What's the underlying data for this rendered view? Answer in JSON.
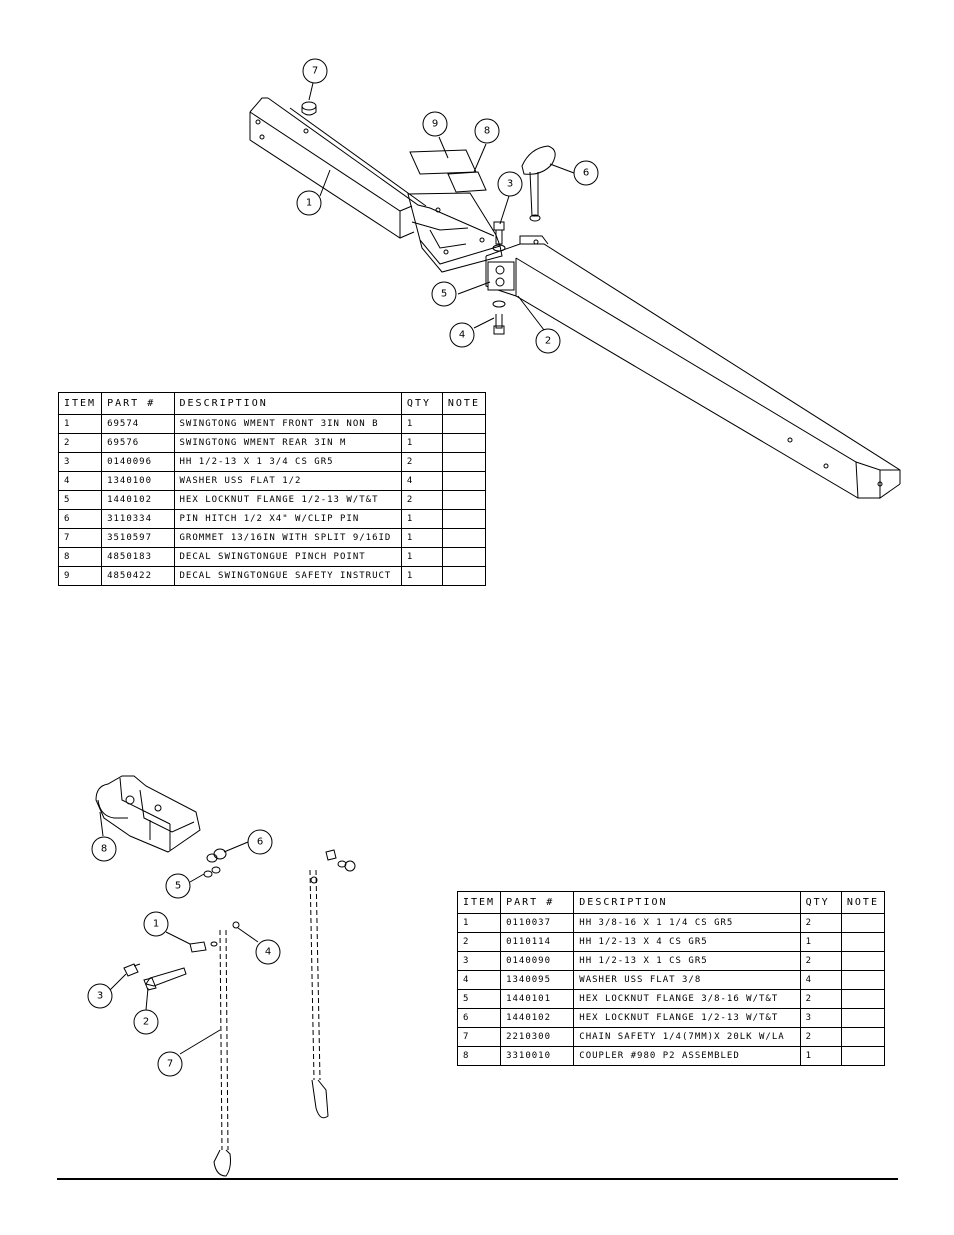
{
  "top_assembly": {
    "table": {
      "headers": [
        "ITEM",
        "PART #",
        "DESCRIPTION",
        "QTY",
        "NOTE"
      ],
      "rows": [
        {
          "item": "1",
          "part": "69574",
          "description": "SWINGTONG WMENT FRONT 3IN NON B",
          "qty": "1",
          "note": ""
        },
        {
          "item": "2",
          "part": "69576",
          "description": "SWINGTONG WMENT REAR 3IN M",
          "qty": "1",
          "note": ""
        },
        {
          "item": "3",
          "part": "0140096",
          "description": "HH 1/2-13 X 1 3/4 CS GR5",
          "qty": "2",
          "note": ""
        },
        {
          "item": "4",
          "part": "1340100",
          "description": "WASHER USS FLAT 1/2",
          "qty": "4",
          "note": ""
        },
        {
          "item": "5",
          "part": "1440102",
          "description": "HEX LOCKNUT FLANGE 1/2-13 W/T&T",
          "qty": "2",
          "note": ""
        },
        {
          "item": "6",
          "part": "3110334",
          "description": "PIN HITCH 1/2 X4\" W/CLIP PIN",
          "qty": "1",
          "note": ""
        },
        {
          "item": "7",
          "part": "3510597",
          "description": "GROMMET 13/16IN  WITH SPLIT 9/16ID",
          "qty": "1",
          "note": ""
        },
        {
          "item": "8",
          "part": "4850183",
          "description": "DECAL SWINGTONGUE PINCH POINT",
          "qty": "1",
          "note": ""
        },
        {
          "item": "9",
          "part": "4850422",
          "description": "DECAL SWINGTONGUE SAFETY INSTRUCT",
          "qty": "1",
          "note": ""
        }
      ]
    },
    "callouts": [
      "7",
      "9",
      "8",
      "6",
      "3",
      "1",
      "5",
      "4",
      "2"
    ]
  },
  "bottom_assembly": {
    "table": {
      "headers": [
        "ITEM",
        "PART #",
        "DESCRIPTION",
        "QTY",
        "NOTE"
      ],
      "rows": [
        {
          "item": "1",
          "part": "0110037",
          "description": "HH 3/8-16 X 1 1/4 CS GR5",
          "qty": "2",
          "note": ""
        },
        {
          "item": "2",
          "part": "0110114",
          "description": "HH 1/2-13 X 4 CS GR5",
          "qty": "1",
          "note": ""
        },
        {
          "item": "3",
          "part": "0140090",
          "description": "HH 1/2-13 X 1 CS GR5",
          "qty": "2",
          "note": ""
        },
        {
          "item": "4",
          "part": "1340095",
          "description": "WASHER USS FLAT 3/8",
          "qty": "4",
          "note": ""
        },
        {
          "item": "5",
          "part": "1440101",
          "description": "HEX LOCKNUT FLANGE 3/8-16 W/T&T",
          "qty": "2",
          "note": ""
        },
        {
          "item": "6",
          "part": "1440102",
          "description": "HEX LOCKNUT FLANGE 1/2-13 W/T&T",
          "qty": "3",
          "note": ""
        },
        {
          "item": "7",
          "part": "2210300",
          "description": "CHAIN SAFETY 1/4(7MM)X 20LK W/LA",
          "qty": "2",
          "note": ""
        },
        {
          "item": "8",
          "part": "3310010",
          "description": "COUPLER #980 P2 ASSEMBLED",
          "qty": "1",
          "note": ""
        }
      ]
    },
    "callouts": [
      "8",
      "6",
      "5",
      "1",
      "4",
      "3",
      "2",
      "7"
    ]
  }
}
